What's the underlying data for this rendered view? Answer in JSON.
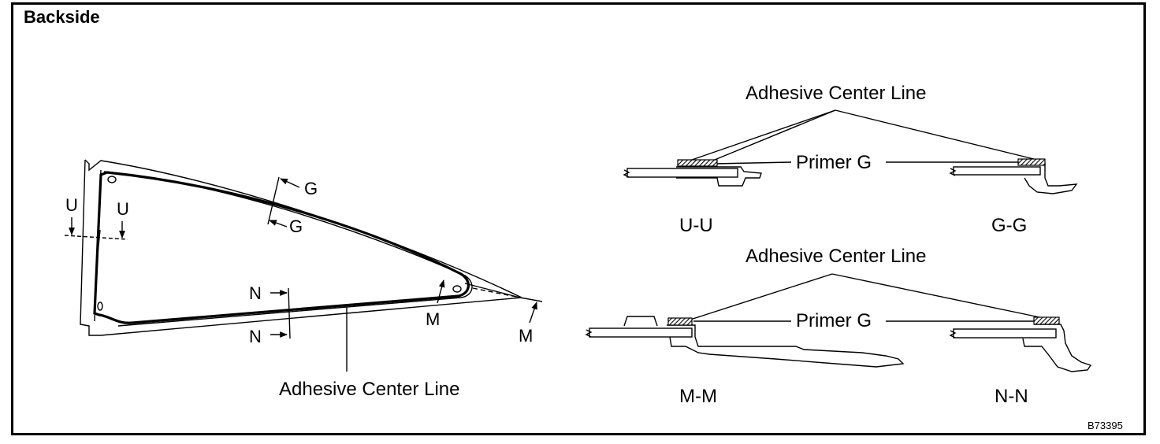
{
  "title": "Backside",
  "figure_code": "B73395",
  "main_view": {
    "labels": {
      "u_left": "U",
      "u_right": "U",
      "g_top": "G",
      "g_bottom": "G",
      "n_top": "N",
      "n_bottom": "N",
      "m_inner": "M",
      "m_outer": "M",
      "adhesive_center_line": "Adhesive Center Line"
    }
  },
  "sections": {
    "top_adhesive_center_line": "Adhesive Center Line",
    "top_primer": "Primer G",
    "uu": "U-U",
    "gg": "G-G",
    "bottom_adhesive_center_line": "Adhesive Center Line",
    "bottom_primer": "Primer G",
    "mm": "M-M",
    "nn": "N-N"
  }
}
